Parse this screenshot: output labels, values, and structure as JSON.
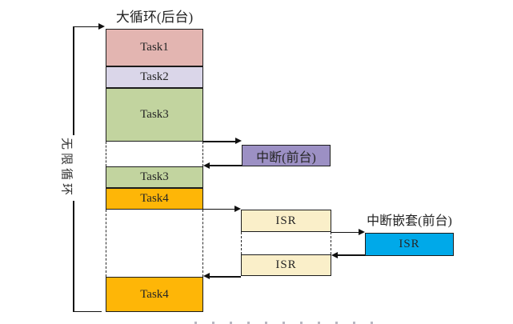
{
  "figure": {
    "title": "大循环(后台)",
    "infinite_loop_label": "无限循环",
    "background_tasks": [
      {
        "label": "Task1",
        "color": "#E3B5B1"
      },
      {
        "label": "Task2",
        "color": "#DAD6E9"
      },
      {
        "label": "Task3",
        "color": "#C2D49F"
      },
      {
        "label": "Task3",
        "color": "#C2D49F"
      },
      {
        "label": "Task4",
        "color": "#FEB607"
      },
      {
        "label": "Task4",
        "color": "#FEB607"
      }
    ],
    "interrupt_box": {
      "label": "中断(前台)",
      "color": "#9C90C4"
    },
    "isr_segments": [
      {
        "label": "ISR",
        "color": "#FAEFC9"
      },
      {
        "label": "ISR",
        "color": "#FAEFC9"
      }
    ],
    "nested_interrupt": {
      "title": "中断嵌套(前台)",
      "isr_label": "ISR",
      "color": "#00A9E9"
    },
    "line_color": "#111111"
  }
}
